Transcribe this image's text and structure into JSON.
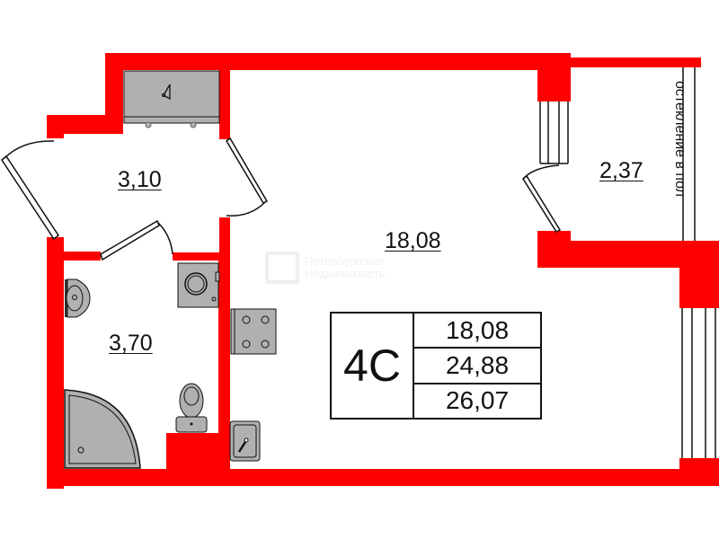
{
  "plan": {
    "apartment_code": "4C",
    "totals": {
      "living_area": "18,08",
      "total_area": "24,88",
      "total_area_with_balcony": "26,07"
    },
    "rooms": [
      {
        "id": "hallway",
        "area": "3,10"
      },
      {
        "id": "bathroom",
        "area": "3,70"
      },
      {
        "id": "living-room",
        "area": "18,08"
      },
      {
        "id": "balcony",
        "area": "2,37"
      }
    ],
    "balcony_note": "остекление в пол",
    "watermark": {
      "line1": "Петербургская",
      "line2": "Недвижимость"
    },
    "fixtures": [
      "wardrobe-hanger-icon",
      "washbasin-icon",
      "washing-machine-icon",
      "stove-icon",
      "toilet-icon",
      "shower-tray-icon",
      "kitchen-sink-icon"
    ]
  },
  "colors": {
    "wall": "#ff0000",
    "fixture_fill": "#b0b0b0",
    "outline": "#111111",
    "background": "#ffffff"
  }
}
